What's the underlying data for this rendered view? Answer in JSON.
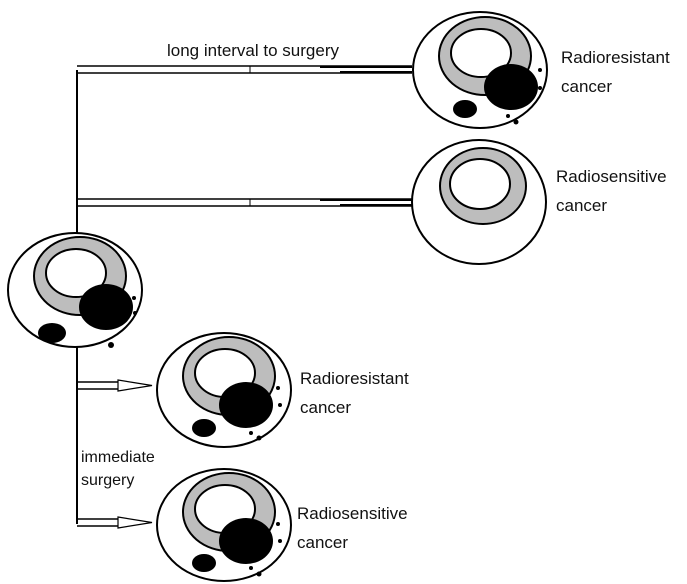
{
  "labels": {
    "long_interval": "long interval to surgery",
    "immediate_line1": "immediate",
    "immediate_line2": "surgery",
    "top_resistant_1": "Radioresistant",
    "top_resistant_2": "cancer",
    "top_sensitive_1": "Radiosensitive",
    "top_sensitive_2": "cancer",
    "bottom_resistant_1": "Radioresistant",
    "bottom_resistant_2": "cancer",
    "bottom_sensitive_1": "Radiosensitive",
    "bottom_sensitive_2": "cancer"
  },
  "colors": {
    "outline": "#000000",
    "ring_fill": "#bdbdbd",
    "nucleus": "#000000",
    "background": "#ffffff"
  }
}
